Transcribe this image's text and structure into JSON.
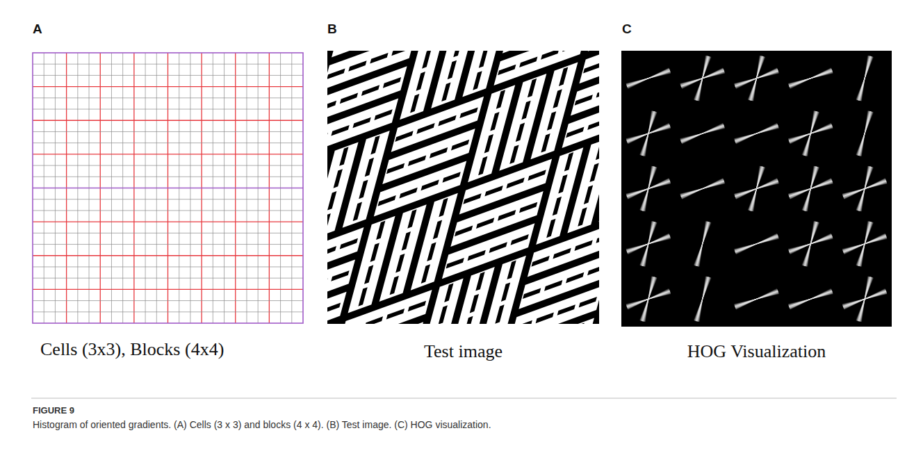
{
  "diagram": {
    "caption": "Histogram of oriented gradients. (A) Cells (3 x 3) and blocks (4 x 4). (B) Test image. (C) HOG visualization.",
    "labels": [
      "A",
      "B",
      "C",
      "Cells (3x3), Blocks (4x4)",
      "Test image",
      "HOG Visualization",
      "FIGURE 9"
    ]
  }
}
